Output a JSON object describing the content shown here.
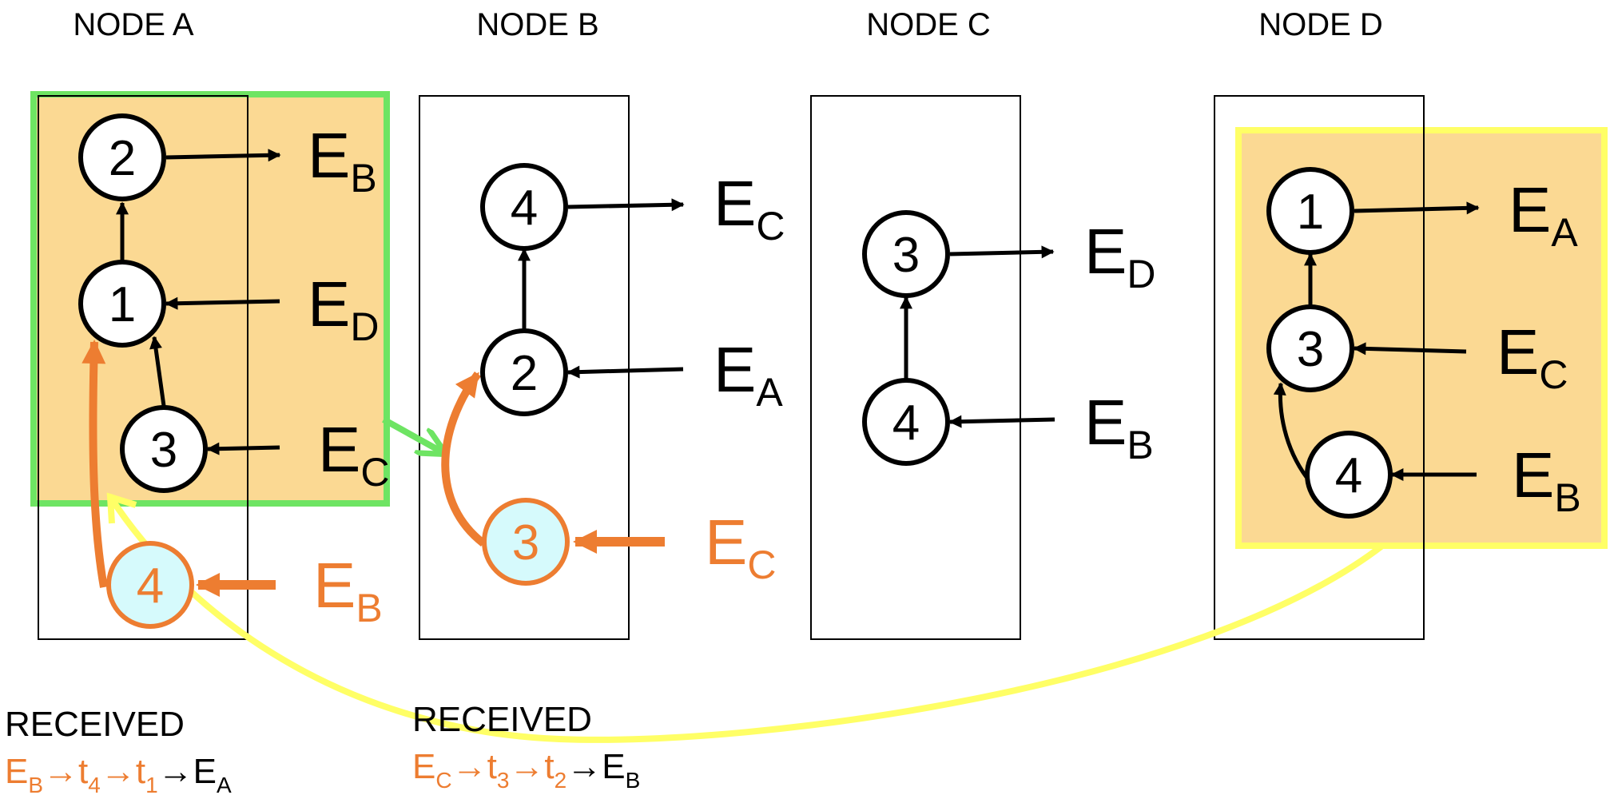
{
  "nodes": [
    {
      "title": "NODE A"
    },
    {
      "title": "NODE B"
    },
    {
      "title": "NODE C"
    },
    {
      "title": "NODE D"
    }
  ],
  "node_a": {
    "circles": [
      "2",
      "1",
      "3"
    ],
    "received_circle": "4",
    "labels": [
      {
        "main": "E",
        "sub": "B"
      },
      {
        "main": "E",
        "sub": "D"
      },
      {
        "main": "E",
        "sub": "C"
      }
    ],
    "received_label": {
      "main": "E",
      "sub": "B"
    }
  },
  "node_b": {
    "circles": [
      "4",
      "2"
    ],
    "received_circle": "3",
    "labels": [
      {
        "main": "E",
        "sub": "C"
      },
      {
        "main": "E",
        "sub": "A"
      }
    ],
    "received_label": {
      "main": "E",
      "sub": "C"
    }
  },
  "node_c": {
    "circles": [
      "3",
      "4"
    ],
    "labels": [
      {
        "main": "E",
        "sub": "D"
      },
      {
        "main": "E",
        "sub": "B"
      }
    ]
  },
  "node_d": {
    "circles": [
      "1",
      "3",
      "4"
    ],
    "labels": [
      {
        "main": "E",
        "sub": "A"
      },
      {
        "main": "E",
        "sub": "C"
      },
      {
        "main": "E",
        "sub": "B"
      }
    ]
  },
  "received": [
    {
      "heading": "RECEIVED",
      "path": [
        {
          "main": "E",
          "sub": "B"
        },
        {
          "main": "t",
          "sub": "4"
        },
        {
          "main": "t",
          "sub": "1"
        }
      ],
      "target": {
        "main": "E",
        "sub": "A"
      }
    },
    {
      "heading": "RECEIVED",
      "path": [
        {
          "main": "E",
          "sub": "C"
        },
        {
          "main": "t",
          "sub": "3"
        },
        {
          "main": "t",
          "sub": "2"
        }
      ],
      "target": {
        "main": "E",
        "sub": "B"
      }
    }
  ],
  "colors": {
    "orange": "#ed7d31",
    "highlight_fill": "#fbd993",
    "green_border": "#6ee463",
    "yellow_border": "#ffff66",
    "received_fill": "#d6fafc"
  }
}
